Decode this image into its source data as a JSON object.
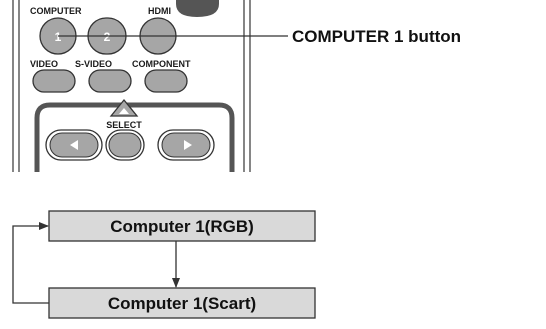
{
  "remote": {
    "labels": {
      "computer": "COMPUTER",
      "hdmi": "HDMI",
      "video": "VIDEO",
      "svideo": "S-VIDEO",
      "component": "COMPONENT",
      "select": "SELECT"
    },
    "button_numbers": {
      "computer1": "1",
      "computer2": "2"
    }
  },
  "callout": {
    "text": "COMPUTER 1 button"
  },
  "flow": {
    "boxes": [
      "Computer 1(RGB)",
      "Computer 1(Scart)"
    ]
  },
  "colors": {
    "button_gray": "#a6a6a6",
    "box_fill": "#d9d9d9",
    "line": "#333333"
  },
  "icons": [
    "up-arrow-icon",
    "left-arrow-icon",
    "right-arrow-icon"
  ]
}
